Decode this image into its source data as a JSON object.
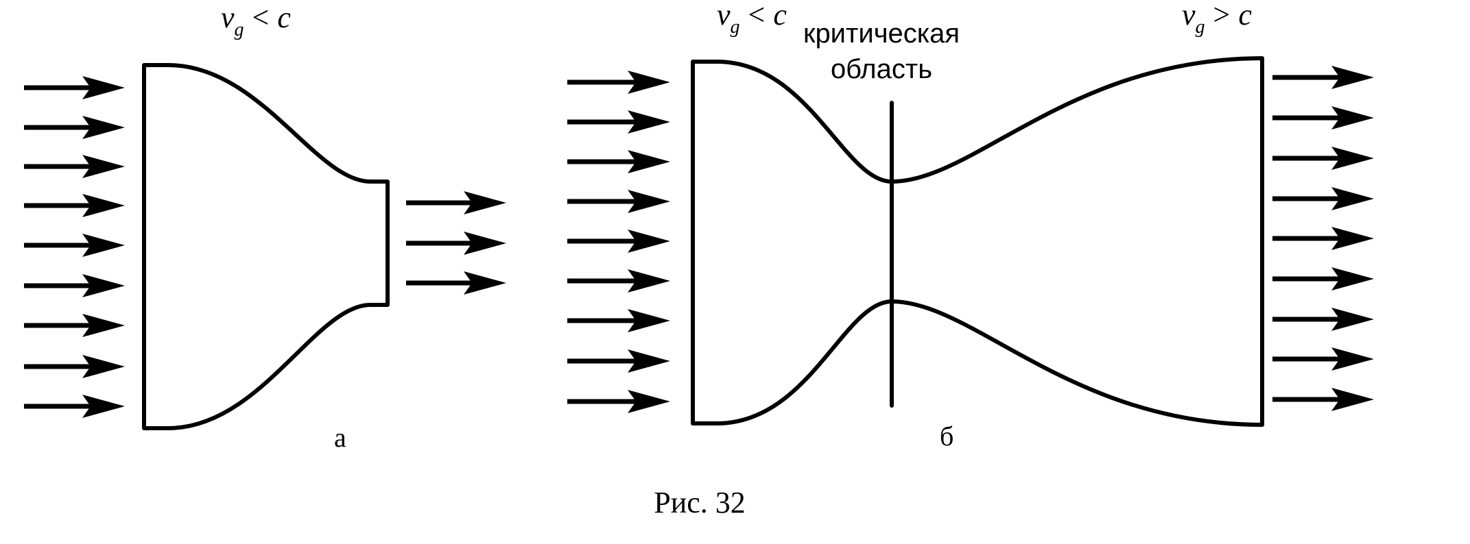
{
  "panel_a": {
    "speed_label": {
      "var": "v",
      "sub": "g",
      "op": "<",
      "rhs": "c"
    },
    "letter": "а"
  },
  "panel_b": {
    "speed_label_left": {
      "var": "v",
      "sub": "g",
      "op": "<",
      "rhs": "c"
    },
    "speed_label_right": {
      "var": "v",
      "sub": "g",
      "op": ">",
      "rhs": "c"
    },
    "critical_line1": "критическая",
    "critical_line2": "область",
    "letter": "б"
  },
  "caption": "Рис. 32",
  "colors": {
    "ink": "#000000",
    "background": "#ffffff"
  }
}
